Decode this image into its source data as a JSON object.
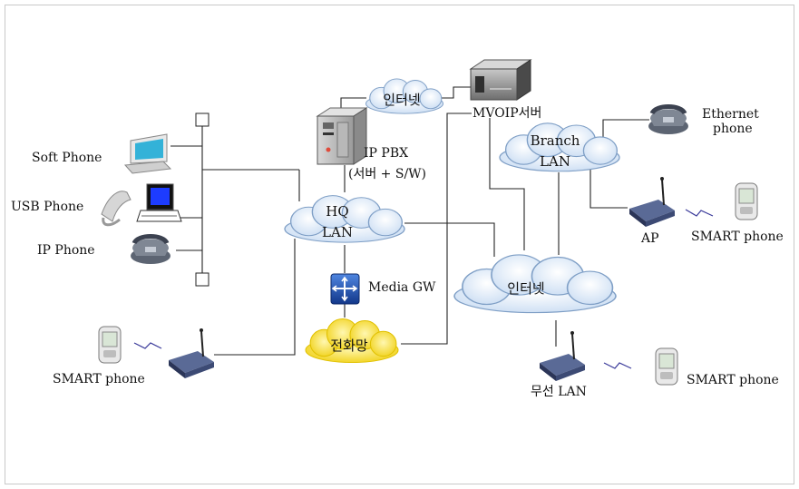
{
  "diagram": {
    "clouds": {
      "internet_top": "인터넷",
      "hq_lan_line1": "HQ",
      "hq_lan_line2": "LAN",
      "branch_lan_line1": "Branch",
      "branch_lan_line2": "LAN",
      "internet_main": "인터넷",
      "pstn": "전화망"
    },
    "devices": {
      "mvoip_server": "MVOIP서버",
      "ip_pbx_line1": "IP PBX",
      "ip_pbx_line2": "(서버 + S/W)",
      "media_gw": "Media GW",
      "soft_phone": "Soft Phone",
      "usb_phone": "USB Phone",
      "ip_phone": "IP Phone",
      "smart_phone_left": "SMART phone",
      "ethernet_phone_line1": "Ethernet",
      "ethernet_phone_line2": "phone",
      "ap": "AP",
      "smart_phone_ap": "SMART phone",
      "wireless_lan": "무선 LAN",
      "smart_phone_wlan": "SMART phone"
    },
    "colors": {
      "cloud_blue": "#dbe8f6",
      "cloud_yellow": "#f7e25a",
      "device_navy": "#3c4a74",
      "gateway_blue": "#1d4fb0"
    }
  }
}
